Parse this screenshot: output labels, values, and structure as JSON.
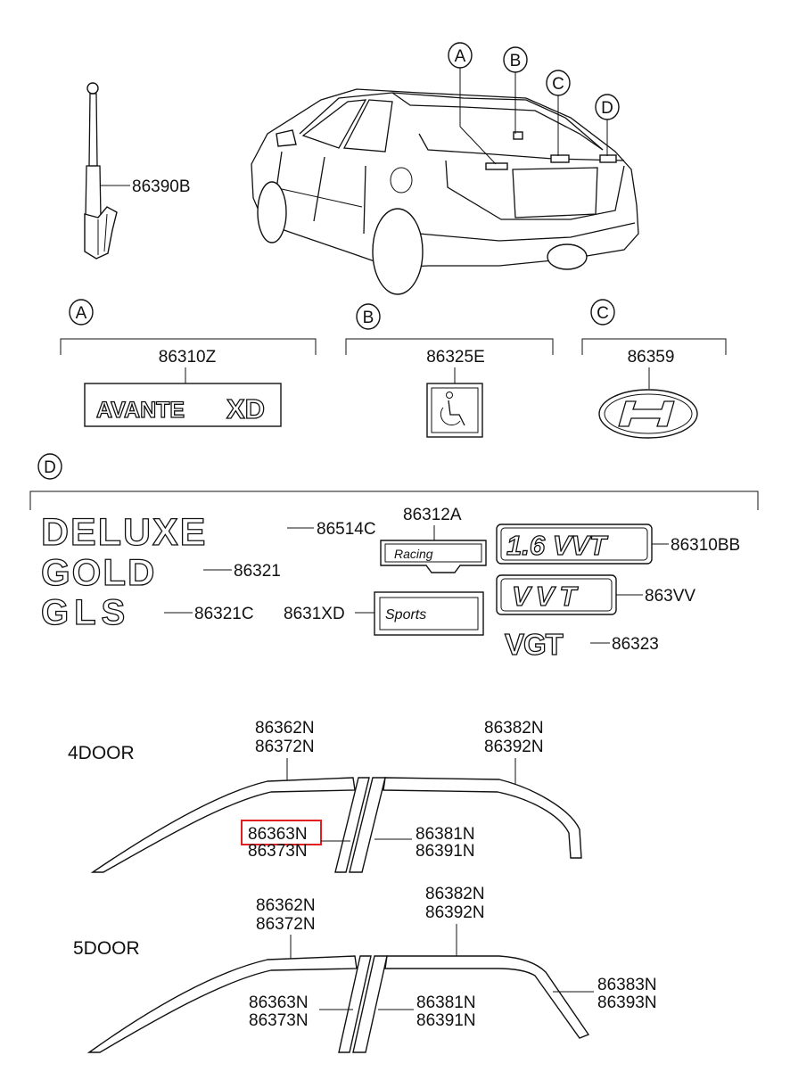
{
  "callouts": {
    "a": "A",
    "b": "B",
    "c": "C",
    "d": "D"
  },
  "parts": {
    "antenna": "86390B",
    "avante": "86310Z",
    "disabled": "86325E",
    "logo": "86359",
    "deluxe": "86514C",
    "gold": "86321",
    "gls": "86321C",
    "racing": "86312A",
    "sports": "8631XD",
    "vvt16": "86310BB",
    "vvt": "863VV",
    "vgt": "86323",
    "d4_front_a": "86362N",
    "d4_front_b": "86372N",
    "d4_rear_a": "86382N",
    "d4_rear_b": "86392N",
    "d4_pillar_a": "86363N",
    "d4_pillar_b": "86373N",
    "d4_center_a": "86381N",
    "d4_center_b": "86391N",
    "d5_front_a": "86362N",
    "d5_front_b": "86372N",
    "d5_rear_a": "86382N",
    "d5_rear_b": "86392N",
    "d5_pillar_a": "86363N",
    "d5_pillar_b": "86373N",
    "d5_center_a": "86381N",
    "d5_center_b": "86391N",
    "d5_tail_a": "86383N",
    "d5_tail_b": "86393N"
  },
  "emblems": {
    "avante": "AVANTE",
    "xd": "XD",
    "deluxe": "DELUXE",
    "gold": "GOLD",
    "gls": "GLS",
    "racing": "Racing",
    "sports": "Sports",
    "vvt16": "1.6 VVT",
    "vvt": "VVT",
    "vgt": "VGT"
  },
  "sections": {
    "door4": "4DOOR",
    "door5": "5DOOR"
  },
  "highlight_color": "#e02020"
}
